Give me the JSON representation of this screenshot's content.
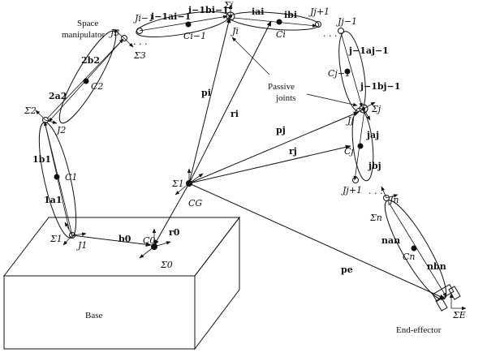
{
  "captions": {
    "space_manipulator_line1": "Space",
    "space_manipulator_line2": "manipulator",
    "passive_joints_line1": "Passive",
    "passive_joints_line2": "joints",
    "base": "Base",
    "end_effector": "End-effector"
  },
  "frames": {
    "sigma_i": "Σi",
    "sigma_3": "Σ3",
    "sigma_2": "Σ2",
    "sigma_1_arm": "Σ1",
    "sigma_0": "Σ0",
    "sigma_1_cg": "Σ1",
    "sigma_j": "Σj",
    "sigma_n": "Σn",
    "sigma_e": "ΣE"
  },
  "joints": {
    "j1": "J1",
    "j2": "J2",
    "j3": "J3",
    "j_im1": "Ji−1",
    "j_i": "Ji",
    "j_jp1_top": "Jj+1",
    "j_jm1": "Jj−1",
    "j_j": "Jj",
    "j_jp1": "Jj+1",
    "j_n": "Jn"
  },
  "centers": {
    "c1": "C1",
    "c2": "C2",
    "c_im1": "Ci−1",
    "c_i": "Ci",
    "c_jm1": "Cj−1",
    "c_j": "Cj",
    "c_n": "Cn",
    "c_0": "C0",
    "c_g": "CG"
  },
  "vectors": {
    "b0": "b0",
    "r0": "r0",
    "p_i": "pi",
    "r_i": "ri",
    "p_j": "pj",
    "r_j": "rj",
    "p_e": "pe",
    "a1": "1a1",
    "b1": "1b1",
    "a2": "2a2",
    "b2": "2b2",
    "a_im1": "i−1ai−1",
    "b_im1": "i−1bi−1",
    "a_i": "iai",
    "b_i": "ibi",
    "a_jm1": "j−1aj−1",
    "b_jm1": "j−1bj−1",
    "a_j": "jaj",
    "b_j": "jbj",
    "a_n": "nan",
    "b_n": "nbn"
  },
  "dots": {
    "ellipsis_arm_top": "· · ·",
    "ellipsis_right_top": "· · ·",
    "ellipsis_right_bottom": "· · ·"
  }
}
